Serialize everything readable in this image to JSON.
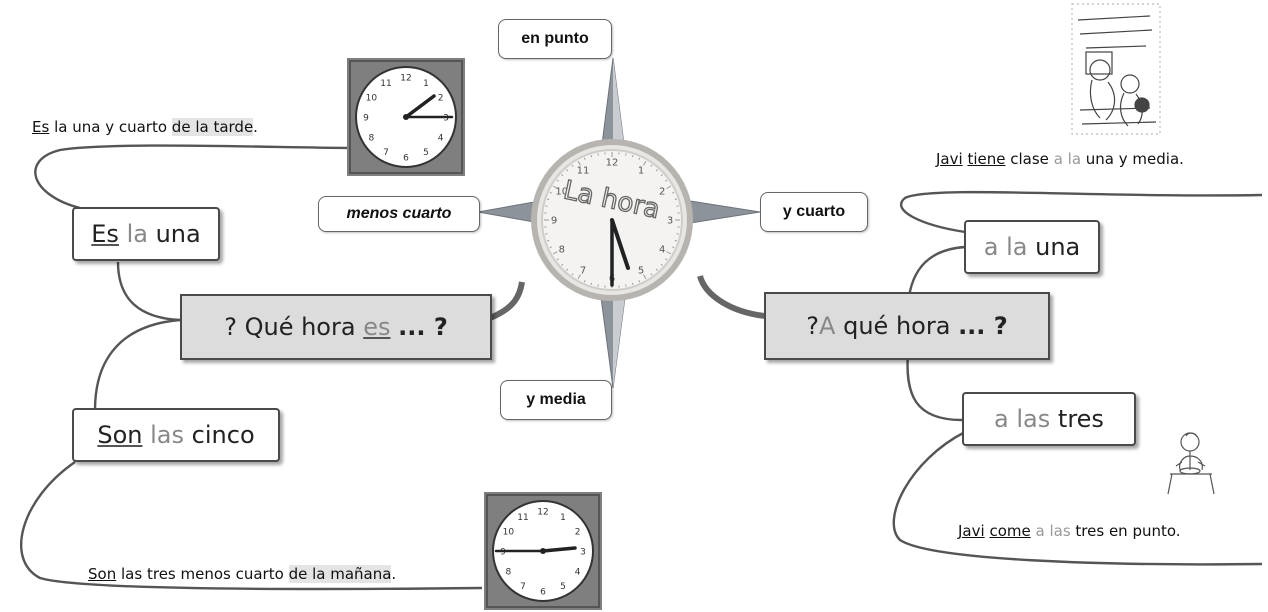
{
  "center": {
    "title": "La hora"
  },
  "direction_labels": {
    "top": "en punto",
    "bottom": "y media",
    "left": "menos cuarto",
    "right": "y cuarto"
  },
  "left_branch": {
    "question": {
      "open": "? Qué hora",
      "verb": "es",
      "close": "... ?"
    },
    "node_es": {
      "verb": "Es",
      "rest": "la",
      "key": "una"
    },
    "node_son": {
      "verb": "Son",
      "rest": "las",
      "key": "cinco"
    },
    "example_top": {
      "verb": "Es",
      "w1": "la",
      "key": "una y cuarto",
      "w2": "de la tarde",
      "end": "."
    },
    "example_bottom": {
      "verb": "Son",
      "w1": "las",
      "key": "tres menos cuarto",
      "w2": "de la mañana",
      "end": "."
    }
  },
  "right_branch": {
    "question": {
      "open": "?",
      "a": "A",
      "rest": "qué hora",
      "close": "... ?"
    },
    "node_una": {
      "prep": "a la",
      "key": "una"
    },
    "node_tres": {
      "prep": "a las",
      "key": "tres"
    },
    "example_top": {
      "subj": "Javi",
      "verb": "tiene",
      "w1": "clase",
      "prep": "a la",
      "key": "una y media",
      "end": "."
    },
    "example_bottom": {
      "subj": "Javi",
      "verb": "come",
      "prep": "a las",
      "key": "tres en punto",
      "end": "."
    }
  },
  "clock_numbers": [
    "12",
    "1",
    "2",
    "3",
    "4",
    "5",
    "6",
    "7",
    "8",
    "9",
    "10",
    "11"
  ],
  "colors": {
    "frame": "#7a7a7a",
    "line": "#555555",
    "grey_box": "#dcdcdc",
    "compass": "#8a8f96"
  }
}
